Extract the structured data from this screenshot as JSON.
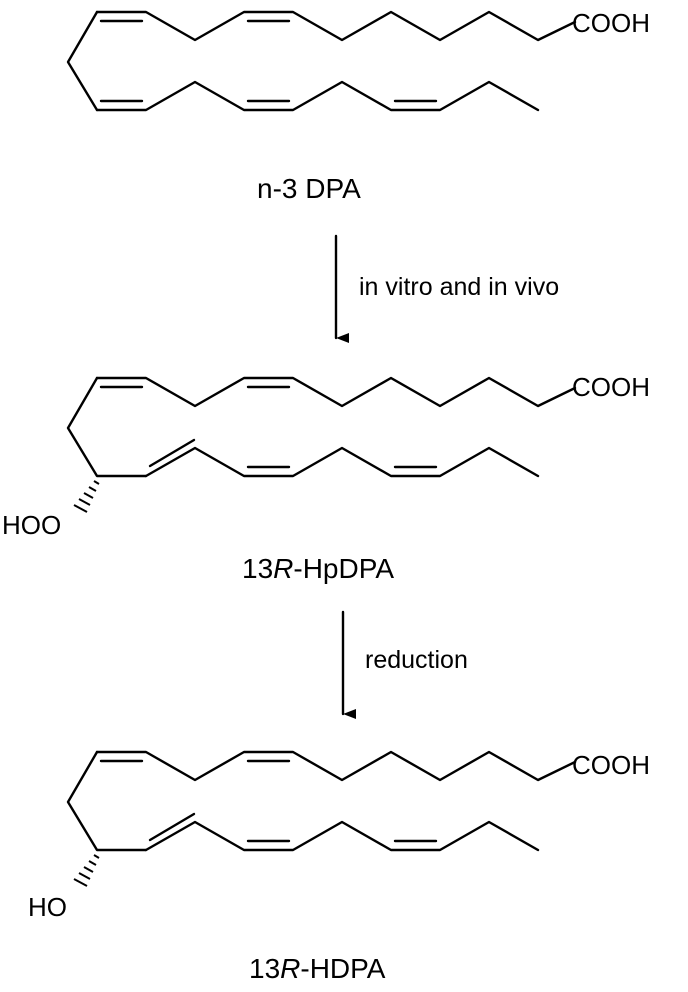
{
  "scheme": {
    "compounds": [
      {
        "id": "dpa",
        "name": "n-3 DPA",
        "acid_label": "COOH",
        "substituent_label": ""
      },
      {
        "id": "hpdpa",
        "name_prefix": "13",
        "name_italic": "R",
        "name_suffix": "-HpDPA",
        "acid_label": "COOH",
        "substituent_label": "HOO"
      },
      {
        "id": "hdpa",
        "name_prefix": "13",
        "name_italic": "R",
        "name_suffix": "-HDPA",
        "acid_label": "COOH",
        "substituent_label": "HO"
      }
    ],
    "arrows": [
      {
        "id": "arrow-1",
        "label": "in vitro and in vivo"
      },
      {
        "id": "arrow-2",
        "label": "reduction"
      }
    ]
  }
}
